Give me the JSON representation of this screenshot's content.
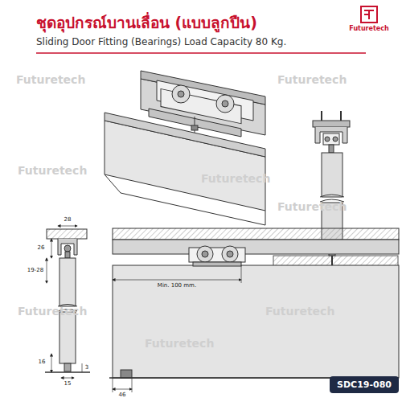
{
  "diagram": {
    "title": "ชุดอุปกรณ์บานเลื่อน (แบบลูกปืน)",
    "nodes": [
      {
        "text": [
          "SDC19-080"
        ]
      }
    ],
    "labels": [
      "Sliding Door Fitting (Bearings) Load Capacity 80 Kg.",
      "Futuretech",
      "28",
      "26",
      "19-28",
      "16",
      "3",
      "15",
      "46",
      "Min. 100 mm.",
      "Futuretech",
      "Futuretech",
      "Futuretech",
      "Futuretech",
      "Futuretech",
      "Futuretech",
      "Futuretech",
      "Futuretech"
    ]
  }
}
